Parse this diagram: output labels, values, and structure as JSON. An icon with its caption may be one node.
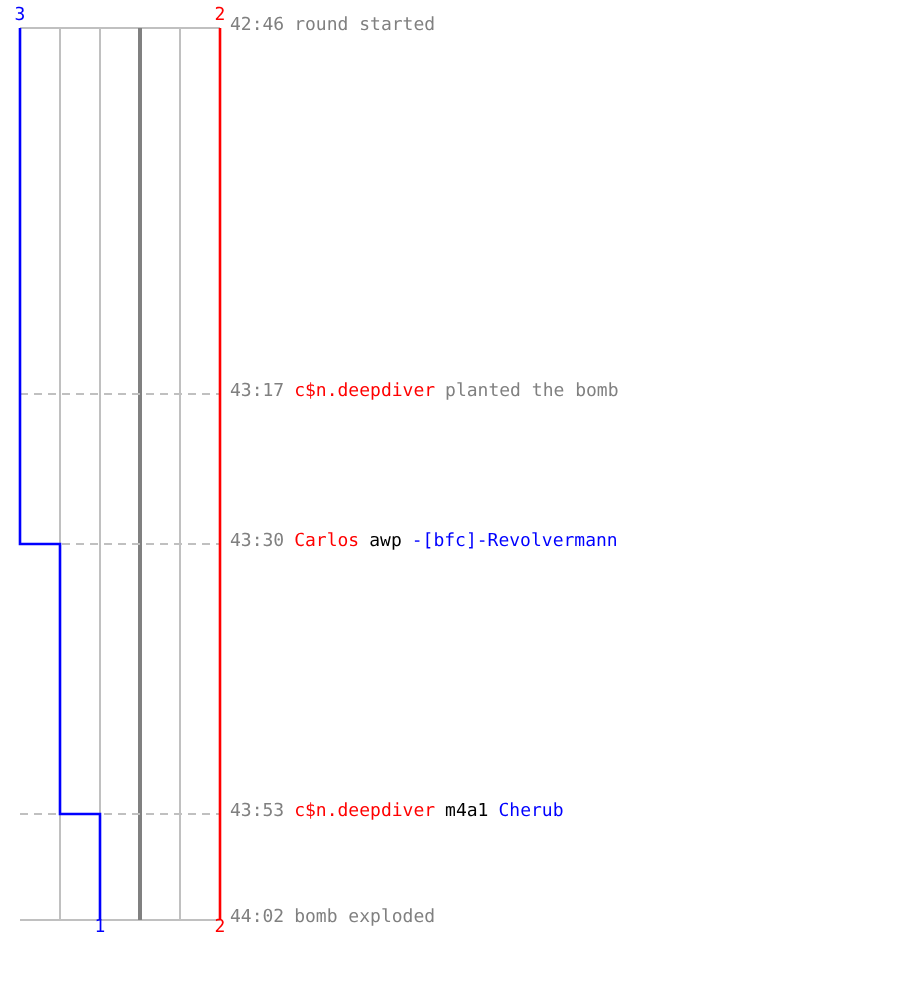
{
  "diagram": {
    "labels": [
      "3",
      "2",
      "42:46",
      "round started",
      "43:17",
      "c$n.deepdiver",
      "planted the bomb",
      "43:30",
      "Carlos",
      "awp",
      "-[bfc]-Revolvermann",
      "43:53",
      "c$n.deepdiver",
      "m4a1",
      "Cherub",
      "44:02",
      "bomb exploded",
      "1",
      "2"
    ]
  }
}
